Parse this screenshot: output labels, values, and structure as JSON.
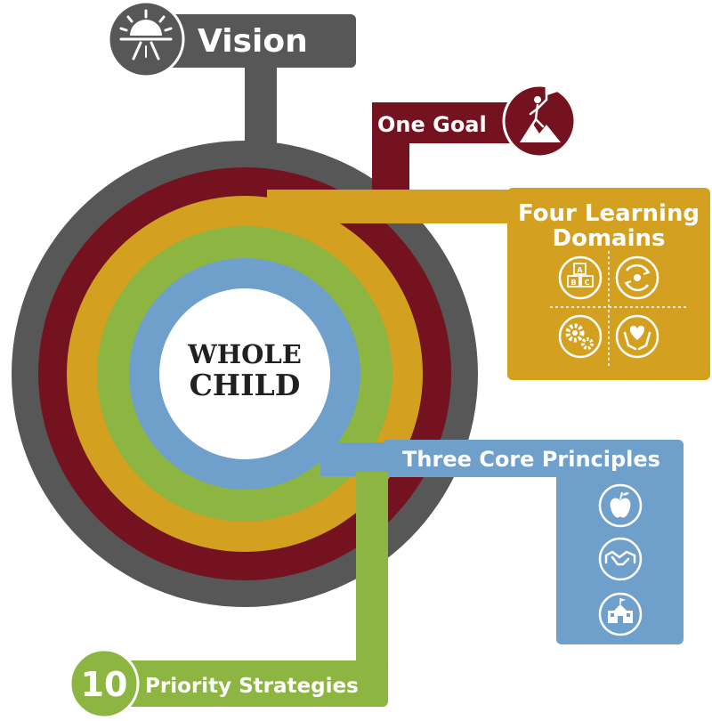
{
  "colors": {
    "gray": "#585757",
    "maroon": "#74121f",
    "gold": "#d3a020",
    "green": "#8db541",
    "blue": "#6f9fcb",
    "white": "#ffffff",
    "center_text": "#231f20"
  },
  "center": {
    "line1": "WHOLE",
    "line2": "CHILD"
  },
  "labels": {
    "vision": "Vision",
    "goal": "One Goal",
    "domains_line1": "Four Learning",
    "domains_line2": "Domains",
    "principles": "Three Core Principles",
    "strategies_number": "10",
    "strategies": "Priority Strategies"
  },
  "icons": {
    "vision": "sunrise-road-icon",
    "goal": "climber-flag-icon",
    "domains": [
      "abc-blocks-icon",
      "brain-cycle-icon",
      "gears-icon",
      "heart-hands-icon"
    ],
    "principles": [
      "apple-icon",
      "handshake-icon",
      "school-building-icon"
    ]
  }
}
